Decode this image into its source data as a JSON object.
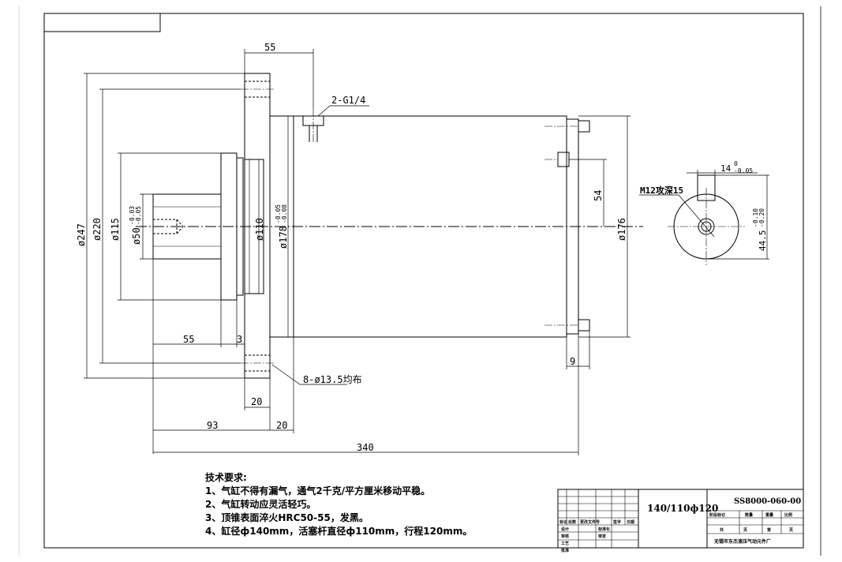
{
  "dimensions": {
    "flange_thickness": "55",
    "port": "2-G1/4",
    "diameter_247": "ø247",
    "diameter_220": "ø220",
    "diameter_115": "ø115",
    "diameter_50": "ø50",
    "diameter_50_tol_upper": "-0.03",
    "diameter_50_tol_lower": "-0.05",
    "diameter_110": "ø110",
    "diameter_178": "ø178",
    "diameter_178_tol_upper": "-0.05",
    "diameter_178_tol_lower": "-0.08",
    "diameter_176": "ø176",
    "dim_54": "54",
    "dim_9": "9",
    "bolt_holes": "8-ø13.5均布",
    "shaft_length": "55",
    "dim_3": "3",
    "dim_20_flange": "20",
    "dim_20_body": "20",
    "dim_93": "93",
    "overall_length": "340",
    "key_width": "14",
    "key_width_tol_upper": "0",
    "key_width_tol_lower": "-0.05",
    "tap_label": "M12攻深15",
    "key_depth": "44.5",
    "key_depth_tol_upper": "-0.10",
    "key_depth_tol_lower": "-0.20"
  },
  "technical_requirements": {
    "title": "技术要求:",
    "items": [
      "1、气缸不得有漏气，通气2千克/平方厘米移动平稳。",
      "2、气缸转动应灵活轻巧。",
      "3、顶锥表面淬火HRC50-55，发黑。",
      "4、缸径ф140mm，活塞杆直径ф110mm，行程120mm。"
    ]
  },
  "title_block": {
    "spec": "140/110ф120",
    "drawing_no": "SS8000-060-00",
    "company": "无锡市东杰液压气动元件厂",
    "row_labels": [
      "设计",
      "审核",
      "工艺",
      "批准"
    ],
    "header_labels": [
      "标记",
      "处数",
      "更改文件号",
      "签字",
      "日期"
    ],
    "stage_labels": [
      "阶段标记",
      "数量",
      "重量",
      "比例"
    ],
    "sheet_labels": [
      "共",
      "页",
      "第",
      "页"
    ],
    "cells": [
      "标准化",
      "审定"
    ]
  }
}
